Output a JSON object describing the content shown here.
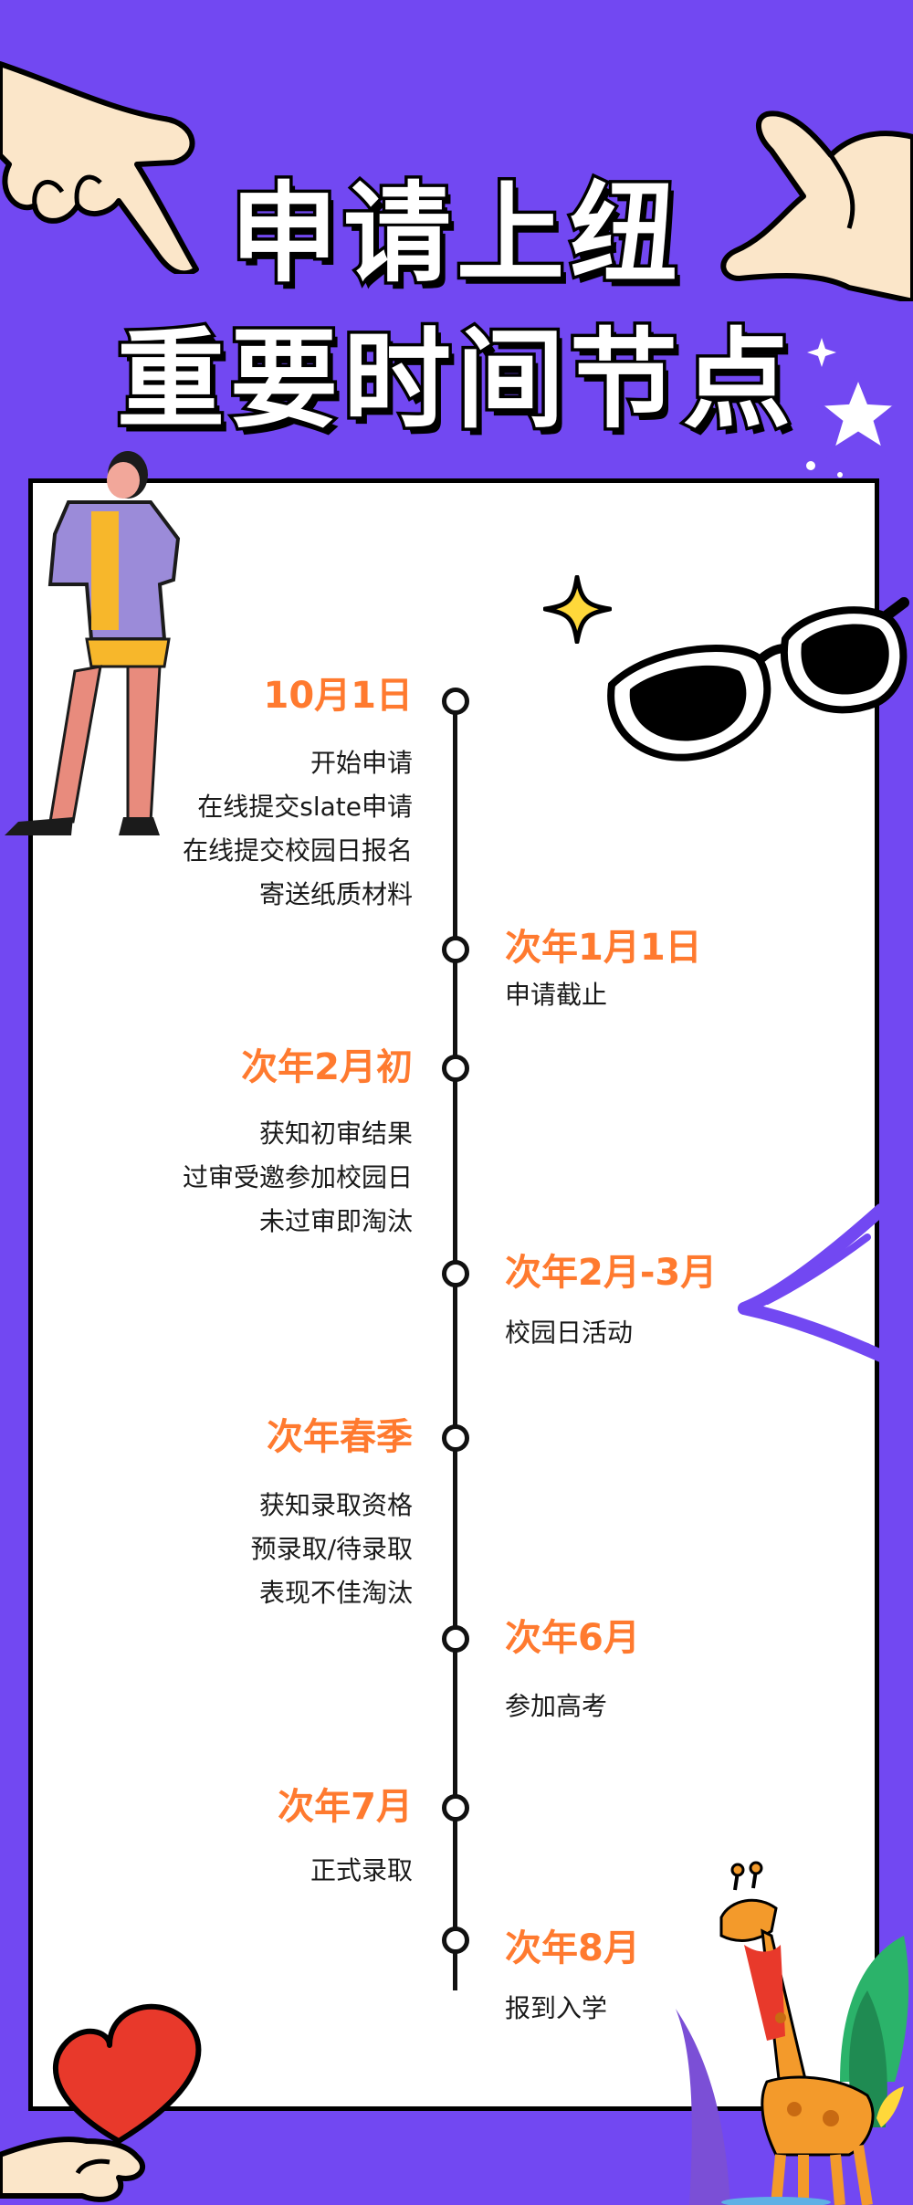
{
  "title": {
    "line1": "申请上纽",
    "line2": "重要时间节点"
  },
  "colors": {
    "background": "#7248f2",
    "accent": "#ff7a2f",
    "card": "#ffffff",
    "ink": "#111111"
  },
  "timeline": [
    {
      "date": "10月1日",
      "items": [
        "开始申请",
        "在线提交slate申请",
        "在线提交校园日报名",
        "寄送纸质材料"
      ]
    },
    {
      "date": "次年1月1日",
      "items": [
        "申请截止"
      ]
    },
    {
      "date": "次年2月初",
      "items": [
        "获知初审结果",
        "过审受邀参加校园日",
        "未过审即淘汰"
      ]
    },
    {
      "date": "次年2月-3月",
      "items": [
        "校园日活动"
      ]
    },
    {
      "date": "次年春季",
      "items": [
        "获知录取资格",
        "预录取/待录取",
        "表现不佳淘汰"
      ]
    },
    {
      "date": "次年6月",
      "items": [
        "参加高考"
      ]
    },
    {
      "date": "次年7月",
      "items": [
        "正式录取"
      ]
    },
    {
      "date": "次年8月",
      "items": [
        "报到入学"
      ]
    }
  ],
  "illustrations": [
    "pointing-hand-left-icon",
    "pointing-hand-right-icon",
    "woman-figure-icon",
    "sparkle-icon",
    "sunglasses-icon",
    "arrow-icon",
    "heart-hand-icon",
    "giraffe-icon",
    "star-icon"
  ]
}
